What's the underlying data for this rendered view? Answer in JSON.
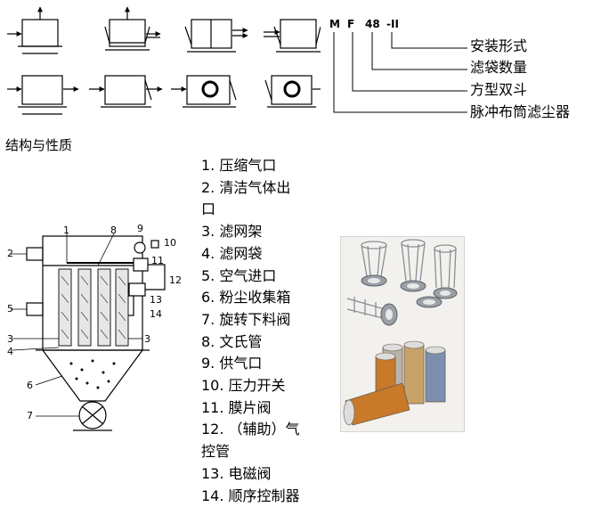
{
  "model_code": {
    "letter_m": "M",
    "letter_f": "F",
    "number": "48",
    "suffix": "-II",
    "legend": [
      "安装形式",
      "滤袋数量",
      "方型双斗",
      "脉冲布筒滤尘器"
    ]
  },
  "section_title": "结构与性质",
  "parts_list": [
    "1. 压缩气口",
    "2. 清洁气体出",
    "口",
    "3. 滤网架",
    "4. 滤网袋",
    "5. 空气进口",
    "6. 粉尘收集箱",
    "7. 旋转下料阀",
    "8. 文氏管",
    "9. 供气口",
    "10. 压力开关",
    "11. 膜片阀",
    "12. （辅助）气",
    "控管",
    "13. 电磁阀",
    "14. 顺序控制器"
  ],
  "diagram_labels": {
    "n1": "1",
    "n2": "2",
    "n3": "3",
    "n4": "4",
    "n5": "5",
    "n6": "6",
    "n7": "7",
    "n8": "8",
    "n9": "9",
    "n10": "10",
    "n11": "11",
    "n12": "12",
    "n13": "13",
    "n14": "14"
  },
  "colors": {
    "line": "#000000",
    "photo_bg": "#f2f1ee",
    "cage_metal": "#8a8f94",
    "bag_orange": "#c9792a",
    "bag_grey": "#b9b4aa",
    "bag_tan": "#c7a36a",
    "bag_blue": "#7c8fb0"
  }
}
